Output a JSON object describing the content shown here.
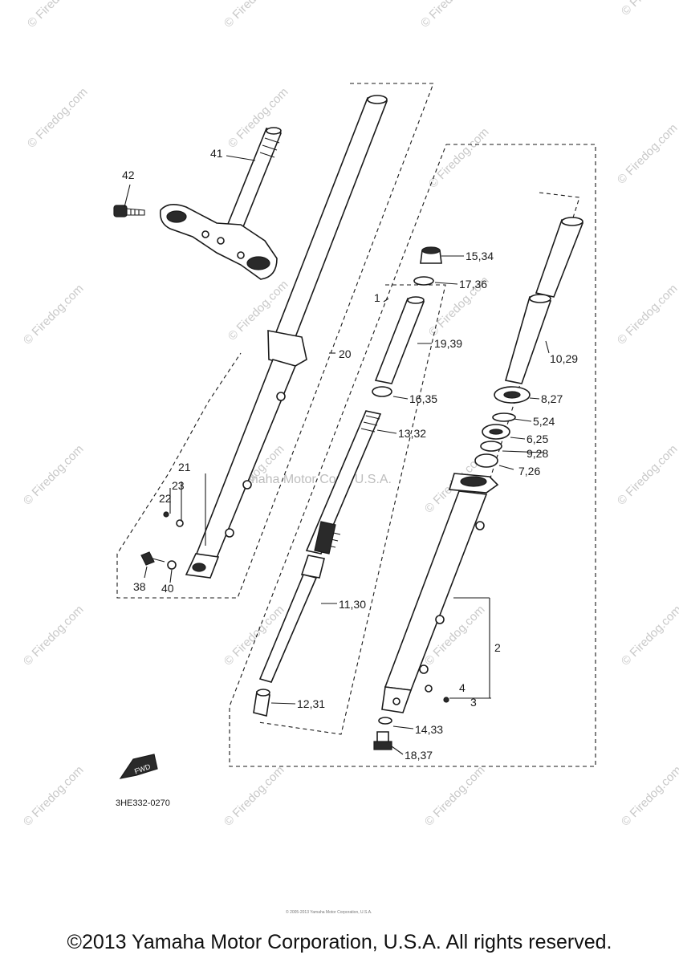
{
  "diagram": {
    "watermark": "© Firedog.com",
    "center_watermark": "Yamaha Motor Corp. U.S.A.",
    "diagram_code": "3HE332-0270",
    "fwd_mark": "FWD",
    "footer_text": "©2013 Yamaha Motor Corporation, U.S.A. All rights reserved.",
    "tiny_print": "© 2005-2013 Yamaha Motor Corporation, U.S.A.",
    "callouts": {
      "p41": "41",
      "p42": "42",
      "p20": "20",
      "p21": "21",
      "p23": "23",
      "p22": "22",
      "p38": "38",
      "p40": "40",
      "p1": "1",
      "p15": "15,34",
      "p17": "17,36",
      "p19": "19,39",
      "p16": "16,35",
      "p13": "13,32",
      "p11": "11,30",
      "p12": "12,31",
      "p10": "10,29",
      "p8": "8,27",
      "p5": "5,24",
      "p6": "6,25",
      "p9": "9,28",
      "p7": "7,26",
      "p2": "2",
      "p4": "4",
      "p3": "3",
      "p14": "14,33",
      "p18": "18,37"
    }
  }
}
